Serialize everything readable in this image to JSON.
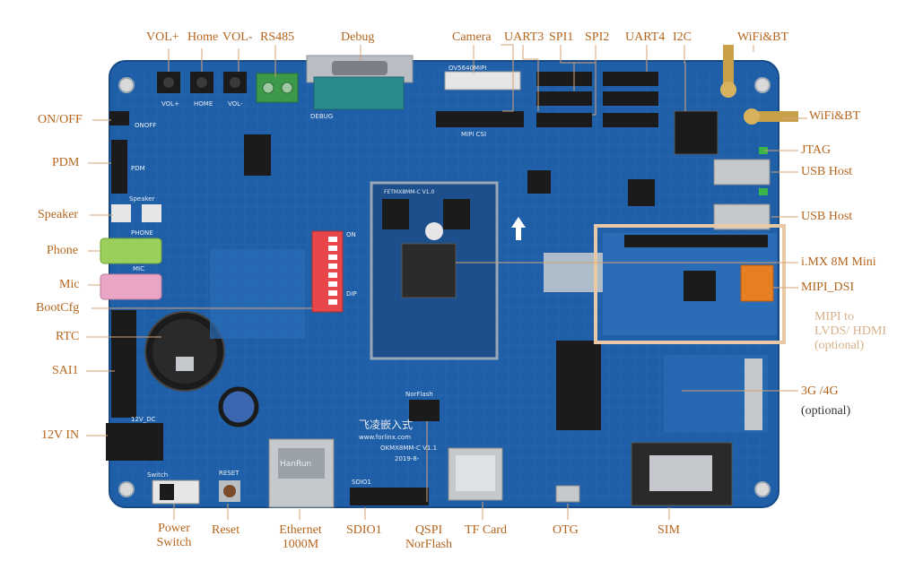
{
  "board": {
    "silk": {
      "volp": "VOL+",
      "home": "HOME",
      "volm": "VOL-",
      "debug": "DEBUG",
      "camera": "OV5640MIPI",
      "mipi_csi": "MIPI CSI",
      "onoff": "ONOFF",
      "pdm": "PDM",
      "speaker": "Speaker",
      "phone": "PHONE",
      "mic": "MIC",
      "dc": "12V_DC",
      "switch": "Switch",
      "reset": "RESET",
      "sdio": "SDIO1",
      "norflash": "NorFlash",
      "brand": "飞凌嵌入式",
      "url": "www.forlinx.com",
      "model": "OKMX8MM-C V1.1",
      "date": "2019-8-",
      "som": "FETMX8MM-C V1.0",
      "eth_brand": "HanRun",
      "dip_on": "ON",
      "dip_dip": "DIP"
    },
    "colors": {
      "pcb": "#1f5fa8",
      "silk": "#e8eef5",
      "label": "#b5651d",
      "highlight": "#e9c9a5"
    }
  },
  "labels": {
    "volp": "VOL+",
    "home": "Home",
    "volm": "VOL-",
    "rs485": "RS485",
    "debug": "Debug",
    "camera": "Camera",
    "uart3": "UART3",
    "spi1": "SPI1",
    "spi2": "SPI2",
    "uart4": "UART4",
    "i2c": "I2C",
    "wifibt_top": "WiFi&BT",
    "wifibt": "WiFi&BT",
    "jtag": "JTAG",
    "usbhost1": "USB Host",
    "usbhost2": "USB Host",
    "imx": "i.MX 8M Mini",
    "mipidsi": "MIPI_DSI",
    "mipi_lvds": "MIPI to LVDS/ HDMI (optional)",
    "g34": "3G /4G",
    "g34_opt": "(optional)",
    "onoff": "ON/OFF",
    "pdm": "PDM",
    "speaker": "Speaker",
    "phone": "Phone",
    "mic": "Mic",
    "bootcfg": "BootCfg",
    "rtc": "RTC",
    "sai1": "SAI1",
    "v12in": "12V IN",
    "power_switch": "Power Switch",
    "reset": "Reset",
    "ethernet": "Ethernet 1000M",
    "sdio1": "SDIO1",
    "qspi": "QSPI NorFlash",
    "tfcard": "TF Card",
    "otg": "OTG",
    "sim": "SIM"
  }
}
